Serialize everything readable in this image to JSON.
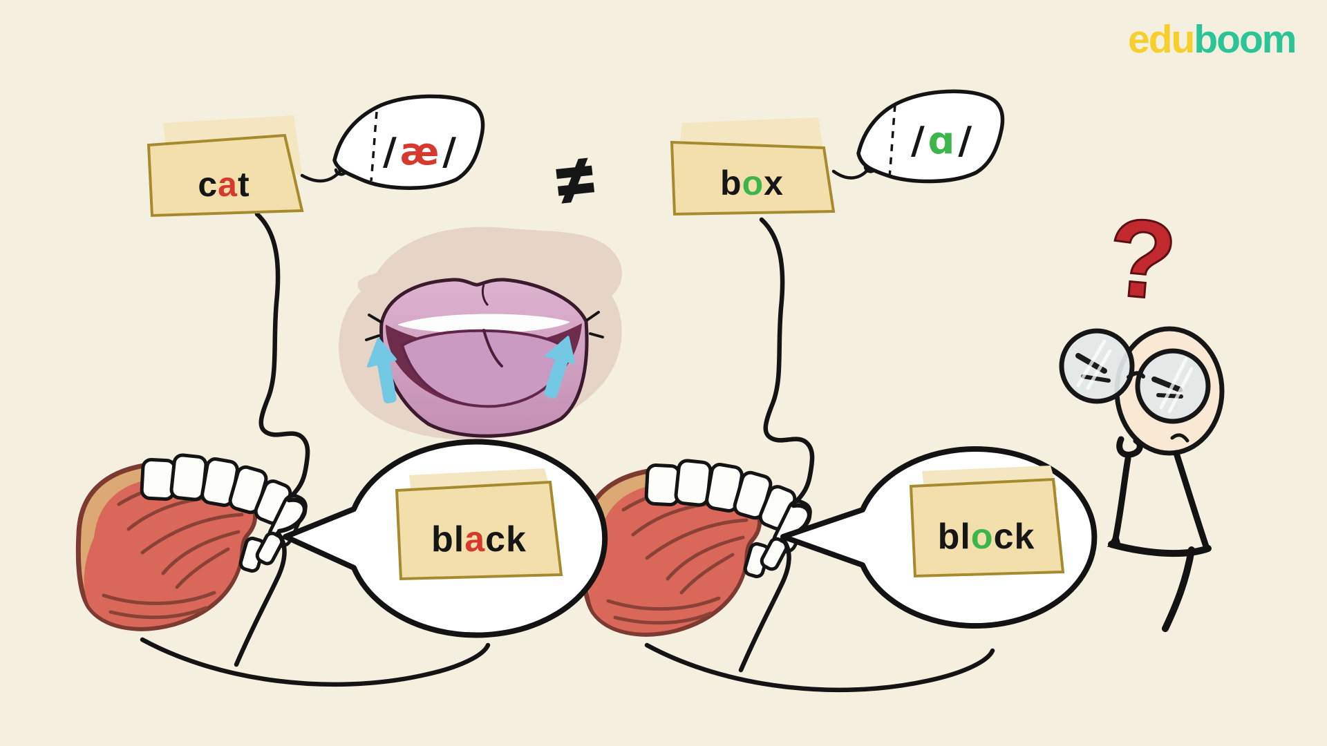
{
  "logo": {
    "edu": "edu",
    "boom": "boom"
  },
  "not_equal": "≠",
  "question_mark": "?",
  "left": {
    "word": {
      "pre": "c",
      "accent": "a",
      "post": "t"
    },
    "phoneme": {
      "open": "/",
      "symbol": "æ",
      "close": "/"
    },
    "speech": {
      "pre": "bl",
      "accent": "a",
      "post": "ck"
    }
  },
  "right": {
    "word": {
      "pre": "b",
      "accent": "o",
      "post": "x"
    },
    "phoneme": {
      "open": "/",
      "symbol": "ɑ",
      "close": "/"
    },
    "speech": {
      "pre": "bl",
      "accent": "o",
      "post": "ck"
    }
  },
  "colors": {
    "accent_red": "#d6392d",
    "accent_green": "#3cb54a",
    "logo_yellow": "#f6cf2d",
    "logo_teal": "#2bc497",
    "question_red": "#c2292f",
    "ink": "#161616",
    "card_fill": "#f2dfac",
    "card_shadow": "#f4e6c0",
    "card_border": "#a68b2e",
    "arrow_blue": "#73c9e4"
  }
}
